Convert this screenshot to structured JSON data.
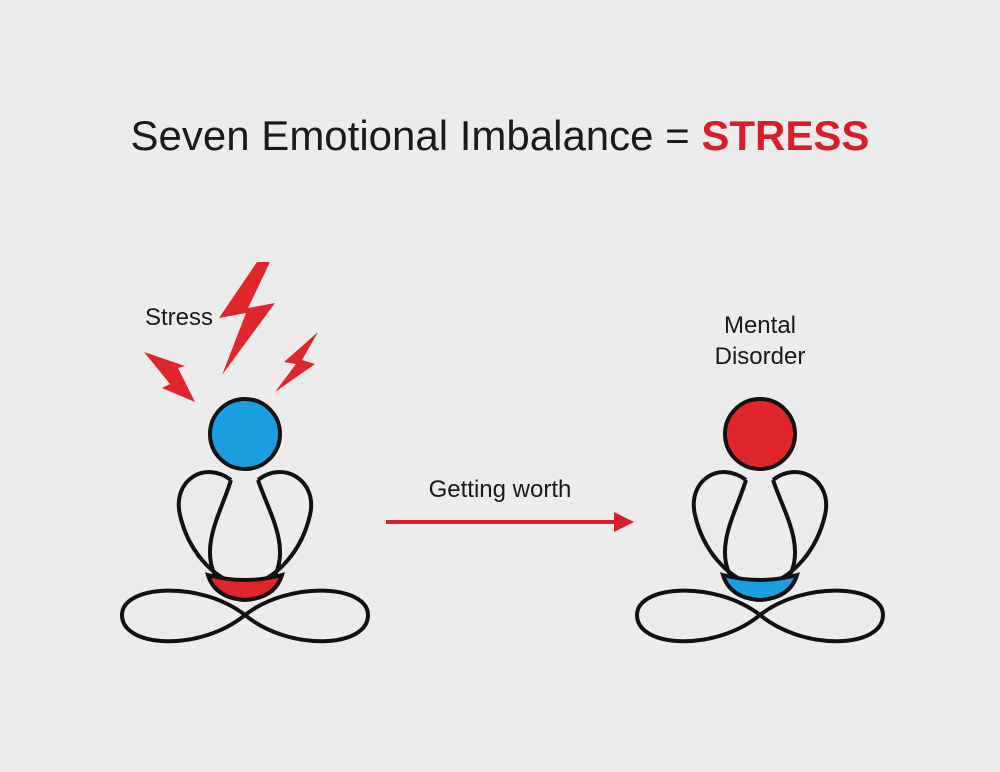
{
  "title": {
    "main": "Seven Emotional Imbalance =",
    "accent": "STRESS"
  },
  "labels": {
    "left_figure": "Stress",
    "right_figure_line1": "Mental",
    "right_figure_line2": "Disorder",
    "arrow": "Getting worth"
  },
  "colors": {
    "background": "#ececec",
    "accent_red": "#d71f2a",
    "head_blue": "#1a9ee0",
    "head_red": "#e0262b",
    "outline": "#111111"
  },
  "icons": [
    "lightning-bolt-icon",
    "meditating-person-icon",
    "arrow-right-icon"
  ]
}
